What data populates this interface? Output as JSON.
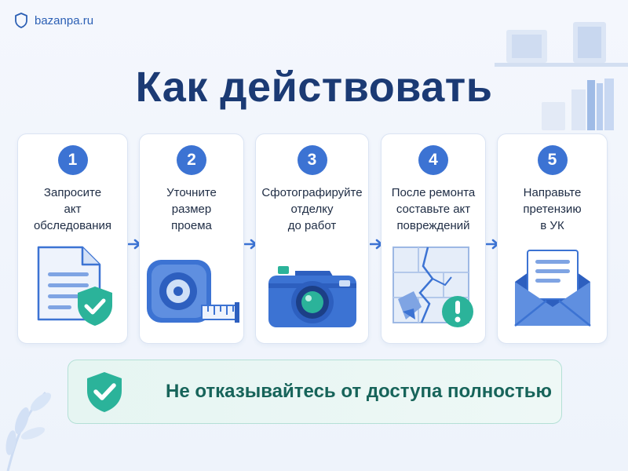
{
  "brand": {
    "name": "bazanpa.ru",
    "icon": "shield-outline-icon"
  },
  "title": "Как действовать",
  "steps": [
    {
      "number": "1",
      "text": "Запросите\nакт\nобследования",
      "icon": "document-shield-icon"
    },
    {
      "number": "2",
      "text": "Уточните\nразмер\nпроема",
      "icon": "tape-measure-icon"
    },
    {
      "number": "3",
      "text": "Сфотографируйте\nотделку\nдо работ",
      "icon": "camera-icon"
    },
    {
      "number": "4",
      "text": "После ремонта\nсоставьте акт\nповреждений",
      "icon": "cracked-wall-alert-icon"
    },
    {
      "number": "5",
      "text": "Направьте\nпретензию\nв УК",
      "icon": "envelope-letter-icon"
    }
  ],
  "banner": {
    "text": "Не отказывайтесь от доступа полностью",
    "icon": "shield-check-icon"
  },
  "colors": {
    "primary": "#3c73d3",
    "title": "#1b3a74",
    "banner_text": "#17645a",
    "accent_green": "#2bb39a"
  }
}
